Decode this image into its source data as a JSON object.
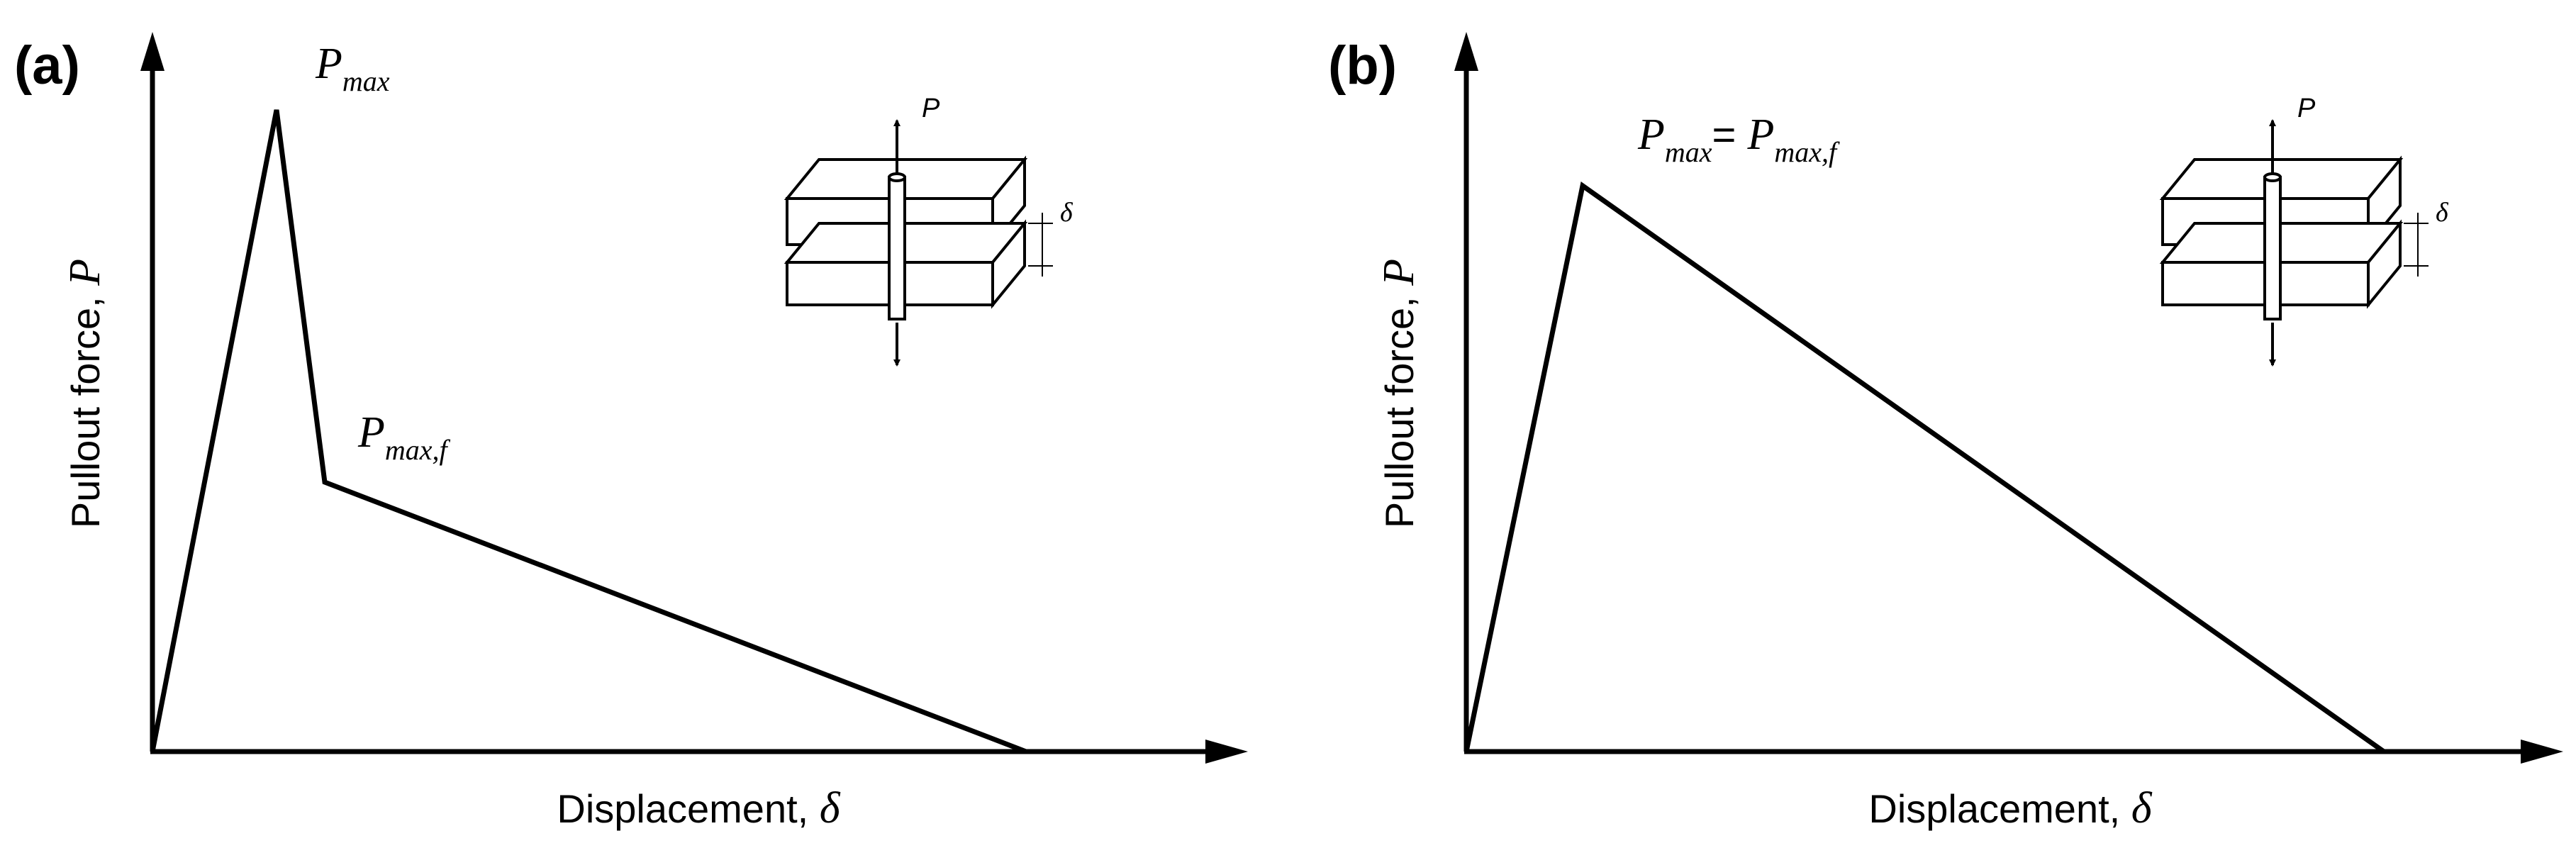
{
  "panels": [
    {
      "label": "(a)",
      "ylabel_text": "Pullout force, ",
      "ylabel_symbol": "P",
      "xlabel_text": "Displacement, ",
      "xlabel_symbol": "δ",
      "peak_label_main": "P",
      "peak_label_sub": "max",
      "frictional_label_main": "P",
      "frictional_label_sub": "max,f",
      "inset_force_label": "P",
      "inset_disp_label": "δ"
    },
    {
      "label": "(b)",
      "ylabel_text": "Pullout force, ",
      "ylabel_symbol": "P",
      "xlabel_text": "Displacement, ",
      "xlabel_symbol": "δ",
      "peak_label_main": "P",
      "peak_label_sub": "max",
      "peak_label_eq": "= ",
      "peak_label_main2": "P",
      "peak_label_sub2": "max,f",
      "inset_force_label": "P",
      "inset_disp_label": "δ"
    }
  ]
}
